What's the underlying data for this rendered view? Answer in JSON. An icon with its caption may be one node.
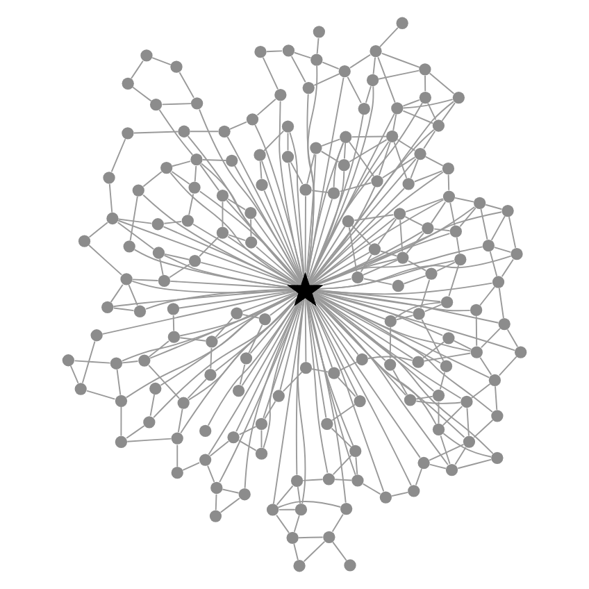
{
  "diagram": {
    "nodes": [
      {
        "text": [],
        "shape": "circle"
      },
      {
        "text": [],
        "shape": "circle"
      },
      {
        "text": [],
        "shape": "circle"
      },
      {
        "text": [],
        "shape": "circle"
      },
      {
        "text": [],
        "shape": "circle"
      },
      {
        "text": [],
        "shape": "circle"
      },
      {
        "text": [],
        "shape": "circle"
      },
      {
        "text": [],
        "shape": "circle"
      },
      {
        "text": [],
        "shape": "circle"
      },
      {
        "text": [],
        "shape": "circle"
      },
      {
        "text": [],
        "shape": "circle"
      },
      {
        "text": [],
        "shape": "circle"
      },
      {
        "text": [],
        "shape": "circle"
      },
      {
        "text": [],
        "shape": "circle"
      },
      {
        "text": [],
        "shape": "circle"
      },
      {
        "text": [],
        "shape": "circle"
      },
      {
        "text": [],
        "shape": "circle"
      },
      {
        "text": [],
        "shape": "circle"
      },
      {
        "text": [],
        "shape": "circle"
      },
      {
        "text": [],
        "shape": "circle"
      },
      {
        "text": [],
        "shape": "circle"
      },
      {
        "text": [],
        "shape": "circle"
      },
      {
        "text": [],
        "shape": "circle"
      },
      {
        "text": [],
        "shape": "circle"
      },
      {
        "text": [],
        "shape": "circle"
      },
      {
        "text": [],
        "shape": "circle"
      },
      {
        "text": [],
        "shape": "circle"
      },
      {
        "text": [],
        "shape": "circle"
      },
      {
        "text": [],
        "shape": "circle"
      },
      {
        "text": [],
        "shape": "circle"
      },
      {
        "text": [],
        "shape": "circle"
      },
      {
        "text": [],
        "shape": "circle"
      },
      {
        "text": [],
        "shape": "circle"
      },
      {
        "text": [],
        "shape": "circle"
      },
      {
        "text": [],
        "shape": "circle"
      },
      {
        "text": [],
        "shape": "circle"
      },
      {
        "text": [],
        "shape": "circle"
      },
      {
        "text": [],
        "shape": "circle"
      },
      {
        "text": [],
        "shape": "circle"
      },
      {
        "text": [],
        "shape": "circle"
      },
      {
        "text": [],
        "shape": "circle"
      },
      {
        "text": [],
        "shape": "circle"
      },
      {
        "text": [],
        "shape": "circle"
      },
      {
        "text": [],
        "shape": "circle"
      },
      {
        "text": [],
        "shape": "circle"
      },
      {
        "text": [],
        "shape": "circle"
      },
      {
        "text": [],
        "shape": "circle"
      },
      {
        "text": [],
        "shape": "circle"
      },
      {
        "text": [],
        "shape": "circle"
      },
      {
        "text": [],
        "shape": "circle"
      },
      {
        "text": [],
        "shape": "circle"
      },
      {
        "text": [],
        "shape": "circle"
      },
      {
        "text": [],
        "shape": "circle"
      },
      {
        "text": [],
        "shape": "circle"
      },
      {
        "text": [],
        "shape": "circle"
      },
      {
        "text": [],
        "shape": "circle"
      },
      {
        "text": [],
        "shape": "circle"
      },
      {
        "text": [],
        "shape": "circle"
      },
      {
        "text": [],
        "shape": "circle"
      },
      {
        "text": [],
        "shape": "circle"
      },
      {
        "text": [],
        "shape": "circle"
      },
      {
        "text": [],
        "shape": "circle"
      },
      {
        "text": [],
        "shape": "circle"
      },
      {
        "text": [],
        "shape": "circle"
      },
      {
        "text": [],
        "shape": "circle"
      },
      {
        "text": [],
        "shape": "circle"
      },
      {
        "text": [],
        "shape": "star"
      },
      {
        "text": [],
        "shape": "circle"
      },
      {
        "text": [],
        "shape": "circle"
      },
      {
        "text": [],
        "shape": "circle"
      },
      {
        "text": [],
        "shape": "circle"
      },
      {
        "text": [],
        "shape": "circle"
      },
      {
        "text": [],
        "shape": "circle"
      },
      {
        "text": [],
        "shape": "circle"
      },
      {
        "text": [],
        "shape": "circle"
      },
      {
        "text": [],
        "shape": "circle"
      },
      {
        "text": [],
        "shape": "circle"
      },
      {
        "text": [],
        "shape": "circle"
      },
      {
        "text": [],
        "shape": "circle"
      },
      {
        "text": [],
        "shape": "circle"
      },
      {
        "text": [],
        "shape": "circle"
      },
      {
        "text": [],
        "shape": "circle"
      },
      {
        "text": [],
        "shape": "circle"
      },
      {
        "text": [],
        "shape": "circle"
      },
      {
        "text": [],
        "shape": "circle"
      },
      {
        "text": [],
        "shape": "circle"
      },
      {
        "text": [],
        "shape": "circle"
      },
      {
        "text": [],
        "shape": "circle"
      },
      {
        "text": [],
        "shape": "circle"
      },
      {
        "text": [],
        "shape": "circle"
      },
      {
        "text": [],
        "shape": "circle"
      },
      {
        "text": [],
        "shape": "circle"
      },
      {
        "text": [],
        "shape": "circle"
      },
      {
        "text": [],
        "shape": "circle"
      },
      {
        "text": [],
        "shape": "circle"
      },
      {
        "text": [],
        "shape": "circle"
      },
      {
        "text": [],
        "shape": "circle"
      },
      {
        "text": [],
        "shape": "circle"
      },
      {
        "text": [],
        "shape": "circle"
      },
      {
        "text": [],
        "shape": "circle"
      },
      {
        "text": [],
        "shape": "circle"
      },
      {
        "text": [],
        "shape": "circle"
      },
      {
        "text": [],
        "shape": "circle"
      },
      {
        "text": [],
        "shape": "circle"
      },
      {
        "text": [],
        "shape": "circle"
      },
      {
        "text": [],
        "shape": "circle"
      },
      {
        "text": [],
        "shape": "circle"
      },
      {
        "text": [],
        "shape": "circle"
      },
      {
        "text": [],
        "shape": "circle"
      },
      {
        "text": [],
        "shape": "circle"
      },
      {
        "text": [],
        "shape": "circle"
      },
      {
        "text": [],
        "shape": "circle"
      },
      {
        "text": [],
        "shape": "circle"
      },
      {
        "text": [],
        "shape": "circle"
      },
      {
        "text": [],
        "shape": "circle"
      },
      {
        "text": [],
        "shape": "circle"
      },
      {
        "text": [],
        "shape": "circle"
      },
      {
        "text": [],
        "shape": "circle"
      },
      {
        "text": [],
        "shape": "circle"
      },
      {
        "text": [],
        "shape": "circle"
      },
      {
        "text": [],
        "shape": "circle"
      },
      {
        "text": [],
        "shape": "circle"
      },
      {
        "text": [],
        "shape": "circle"
      },
      {
        "text": [],
        "shape": "circle"
      },
      {
        "text": [],
        "shape": "circle"
      },
      {
        "text": [],
        "shape": "circle"
      },
      {
        "text": [],
        "shape": "circle"
      },
      {
        "text": [],
        "shape": "circle"
      },
      {
        "text": [],
        "shape": "circle"
      },
      {
        "text": [],
        "shape": "circle"
      },
      {
        "text": [],
        "shape": "circle"
      },
      {
        "text": [],
        "shape": "circle"
      },
      {
        "text": [],
        "shape": "circle"
      },
      {
        "text": [],
        "shape": "circle"
      },
      {
        "text": [],
        "shape": "circle"
      },
      {
        "text": [],
        "shape": "circle"
      },
      {
        "text": [],
        "shape": "circle"
      },
      {
        "text": [],
        "shape": "circle"
      },
      {
        "text": [],
        "shape": "circle"
      },
      {
        "text": [],
        "shape": "circle"
      },
      {
        "text": [],
        "shape": "circle"
      },
      {
        "text": [],
        "shape": "circle"
      },
      {
        "text": [],
        "shape": "circle"
      },
      {
        "text": [],
        "shape": "circle"
      },
      {
        "text": [],
        "shape": "circle"
      }
    ],
    "edges": [
      {
        "from": 3,
        "to": 4,
        "arrow": "none"
      },
      {
        "from": 3,
        "to": 0,
        "arrow": "none"
      },
      {
        "from": 4,
        "to": 0,
        "arrow": "none"
      },
      {
        "from": 8,
        "to": 3,
        "arrow": "none"
      },
      {
        "from": 8,
        "to": 4,
        "arrow": "none"
      },
      {
        "from": 8,
        "to": 11,
        "arrow": "none"
      },
      {
        "from": 4,
        "to": 11,
        "arrow": "none"
      },
      {
        "from": 0,
        "to": 11,
        "arrow": "none"
      },
      {
        "from": 0,
        "to": 10,
        "arrow": "none"
      },
      {
        "from": 0,
        "to": 2,
        "arrow": "none"
      },
      {
        "from": 2,
        "to": 1,
        "arrow": "none"
      },
      {
        "from": 2,
        "to": 10,
        "arrow": "none"
      },
      {
        "from": 2,
        "to": 13,
        "arrow": "none"
      },
      {
        "from": 2,
        "to": 14,
        "arrow": "none"
      },
      {
        "from": 10,
        "to": 13,
        "arrow": "none"
      },
      {
        "from": 11,
        "to": 10,
        "arrow": "none"
      },
      {
        "from": 11,
        "to": 24,
        "arrow": "none"
      },
      {
        "from": 8,
        "to": 32,
        "arrow": "none"
      },
      {
        "from": 32,
        "to": 24,
        "arrow": "none"
      },
      {
        "from": 13,
        "to": 14,
        "arrow": "none"
      },
      {
        "from": 14,
        "to": 28,
        "arrow": "none"
      },
      {
        "from": 14,
        "to": 23,
        "arrow": "none"
      },
      {
        "from": 23,
        "to": 37,
        "arrow": "none"
      },
      {
        "from": 28,
        "to": 37,
        "arrow": "none"
      },
      {
        "from": 28,
        "to": 39,
        "arrow": "none"
      },
      {
        "from": 28,
        "to": 23,
        "arrow": "none"
      },
      {
        "from": 25,
        "to": 13,
        "arrow": "none"
      },
      {
        "from": 24,
        "to": 25,
        "arrow": "none"
      },
      {
        "from": 24,
        "to": 30,
        "arrow": "none"
      },
      {
        "from": 25,
        "to": 33,
        "arrow": "none"
      },
      {
        "from": 30,
        "to": 33,
        "arrow": "none"
      },
      {
        "from": 33,
        "to": 35,
        "arrow": "none"
      },
      {
        "from": 30,
        "to": 35,
        "arrow": "none"
      },
      {
        "from": 35,
        "to": 45,
        "arrow": "none"
      },
      {
        "from": 30,
        "to": 44,
        "arrow": "none"
      },
      {
        "from": 39,
        "to": 37,
        "arrow": "none"
      },
      {
        "from": 39,
        "to": 51,
        "arrow": "none"
      },
      {
        "from": 1,
        "to": 5,
        "arrow": "none"
      },
      {
        "from": 1,
        "to": 6,
        "arrow": "none"
      },
      {
        "from": 5,
        "to": 6,
        "arrow": "none"
      },
      {
        "from": 5,
        "to": 18,
        "arrow": "none"
      },
      {
        "from": 6,
        "to": 7,
        "arrow": "none"
      },
      {
        "from": 6,
        "to": 18,
        "arrow": "none"
      },
      {
        "from": 6,
        "to": 31,
        "arrow": "none"
      },
      {
        "from": 7,
        "to": 16,
        "arrow": "none"
      },
      {
        "from": 7,
        "to": 17,
        "arrow": "none"
      },
      {
        "from": 7,
        "to": 22,
        "arrow": "none"
      },
      {
        "from": 18,
        "to": 16,
        "arrow": "none"
      },
      {
        "from": 18,
        "to": 21,
        "arrow": "none"
      },
      {
        "from": 18,
        "to": 26,
        "arrow": "none"
      },
      {
        "from": 18,
        "to": 31,
        "arrow": "none"
      },
      {
        "from": 16,
        "to": 17,
        "arrow": "none"
      },
      {
        "from": 16,
        "to": 22,
        "arrow": "none"
      },
      {
        "from": 17,
        "to": 20,
        "arrow": "none"
      },
      {
        "from": 20,
        "to": 22,
        "arrow": "none"
      },
      {
        "from": 20,
        "to": 27,
        "arrow": "none"
      },
      {
        "from": 16,
        "to": 27,
        "arrow": "none"
      },
      {
        "from": 27,
        "to": 19,
        "arrow": "none"
      },
      {
        "from": 27,
        "to": 38,
        "arrow": "none"
      },
      {
        "from": 20,
        "to": 34,
        "arrow": "none"
      },
      {
        "from": 34,
        "to": 27,
        "arrow": "none"
      },
      {
        "from": 21,
        "to": 26,
        "arrow": "none"
      },
      {
        "from": 21,
        "to": 36,
        "arrow": "none"
      },
      {
        "from": 26,
        "to": 36,
        "arrow": "none"
      },
      {
        "from": 26,
        "to": 40,
        "arrow": "none"
      },
      {
        "from": 26,
        "to": 31,
        "arrow": "none"
      },
      {
        "from": 31,
        "to": 40,
        "arrow": "none"
      },
      {
        "from": 36,
        "to": 41,
        "arrow": "none"
      },
      {
        "from": 40,
        "to": 41,
        "arrow": "none"
      },
      {
        "from": 43,
        "to": 38,
        "arrow": "none"
      },
      {
        "from": 38,
        "to": 42,
        "arrow": "none"
      },
      {
        "from": 9,
        "to": 12,
        "arrow": "none"
      },
      {
        "from": 9,
        "to": 38,
        "arrow": "none"
      },
      {
        "from": 12,
        "to": 15,
        "arrow": "none"
      },
      {
        "from": 15,
        "to": 48,
        "arrow": "none"
      },
      {
        "from": 12,
        "to": 42,
        "arrow": "none"
      },
      {
        "from": 29,
        "to": 42,
        "arrow": "none"
      },
      {
        "from": 34,
        "to": 43,
        "arrow": "none"
      },
      {
        "from": 46,
        "to": 49,
        "arrow": "none"
      },
      {
        "from": 44,
        "to": 46,
        "arrow": "none"
      },
      {
        "from": 45,
        "to": 49,
        "arrow": "none"
      },
      {
        "from": 52,
        "to": 53,
        "arrow": "none"
      },
      {
        "from": 52,
        "to": 57,
        "arrow": "none"
      },
      {
        "from": 53,
        "to": 56,
        "arrow": "none"
      },
      {
        "from": 53,
        "to": 57,
        "arrow": "none"
      },
      {
        "from": 46,
        "to": 53,
        "arrow": "none"
      },
      {
        "from": 49,
        "to": 56,
        "arrow": "none"
      },
      {
        "from": 56,
        "to": 62,
        "arrow": "none"
      },
      {
        "from": 57,
        "to": 62,
        "arrow": "none"
      },
      {
        "from": 57,
        "to": 64,
        "arrow": "none"
      },
      {
        "from": 62,
        "to": 64,
        "arrow": "none"
      },
      {
        "from": 62,
        "to": 65,
        "arrow": "none"
      },
      {
        "from": 56,
        "to": 63,
        "arrow": "none"
      },
      {
        "from": 63,
        "to": 54,
        "arrow": "none"
      },
      {
        "from": 54,
        "to": 51,
        "arrow": "none"
      },
      {
        "from": 63,
        "to": 67,
        "arrow": "none"
      },
      {
        "from": 65,
        "to": 63,
        "arrow": "none"
      },
      {
        "from": 51,
        "to": 67,
        "arrow": "none"
      },
      {
        "from": 55,
        "to": 67,
        "arrow": "none"
      },
      {
        "from": 67,
        "to": 71,
        "arrow": "none"
      },
      {
        "from": 67,
        "to": 72,
        "arrow": "none"
      },
      {
        "from": 64,
        "to": 68,
        "arrow": "none"
      },
      {
        "from": 68,
        "to": 76,
        "arrow": "none"
      },
      {
        "from": 76,
        "to": 77,
        "arrow": "none"
      },
      {
        "from": 77,
        "to": 78,
        "arrow": "none"
      },
      {
        "from": 78,
        "to": 86,
        "arrow": "none"
      },
      {
        "from": 77,
        "to": 86,
        "arrow": "none"
      },
      {
        "from": 78,
        "to": 80,
        "arrow": "none"
      },
      {
        "from": 80,
        "to": 81,
        "arrow": "none"
      },
      {
        "from": 81,
        "to": 88,
        "arrow": "none"
      },
      {
        "from": 71,
        "to": 82,
        "arrow": "none"
      },
      {
        "from": 75,
        "to": 83,
        "arrow": "none"
      },
      {
        "from": 82,
        "to": 88,
        "arrow": "none"
      },
      {
        "from": 86,
        "to": 91,
        "arrow": "none"
      },
      {
        "from": 39,
        "to": 55,
        "arrow": "none"
      },
      {
        "from": 72,
        "to": 71,
        "arrow": "none"
      },
      {
        "from": 47,
        "to": 50,
        "arrow": "none"
      },
      {
        "from": 50,
        "to": 61,
        "arrow": "none"
      },
      {
        "from": 60,
        "to": 61,
        "arrow": "none"
      },
      {
        "from": 48,
        "to": 58,
        "arrow": "none"
      },
      {
        "from": 58,
        "to": 59,
        "arrow": "none"
      },
      {
        "from": 59,
        "to": 70,
        "arrow": "none"
      },
      {
        "from": 70,
        "to": 85,
        "arrow": "none"
      },
      {
        "from": 85,
        "to": 87,
        "arrow": "none"
      },
      {
        "from": 74,
        "to": 84,
        "arrow": "none"
      },
      {
        "from": 73,
        "to": 79,
        "arrow": "none"
      },
      {
        "from": 41,
        "to": 47,
        "arrow": "none"
      },
      {
        "from": 73,
        "to": 75,
        "arrow": "none"
      },
      {
        "from": 91,
        "to": 100,
        "arrow": "none"
      },
      {
        "from": 91,
        "to": 110,
        "arrow": "none"
      },
      {
        "from": 100,
        "to": 112,
        "arrow": "none"
      },
      {
        "from": 100,
        "to": 110,
        "arrow": "none"
      },
      {
        "from": 110,
        "to": 112,
        "arrow": "none"
      },
      {
        "from": 112,
        "to": 128,
        "arrow": "none"
      },
      {
        "from": 112,
        "to": 134,
        "arrow": "none"
      },
      {
        "from": 110,
        "to": 123,
        "arrow": "none"
      },
      {
        "from": 123,
        "to": 134,
        "arrow": "none"
      },
      {
        "from": 128,
        "to": 134,
        "arrow": "none"
      },
      {
        "from": 134,
        "to": 137,
        "arrow": "none"
      },
      {
        "from": 95,
        "to": 101,
        "arrow": "none"
      },
      {
        "from": 95,
        "to": 102,
        "arrow": "none"
      },
      {
        "from": 101,
        "to": 102,
        "arrow": "none"
      },
      {
        "from": 97,
        "to": 102,
        "arrow": "none"
      },
      {
        "from": 89,
        "to": 97,
        "arrow": "none"
      },
      {
        "from": 94,
        "to": 108,
        "arrow": "none"
      },
      {
        "from": 89,
        "to": 88,
        "arrow": "none"
      },
      {
        "from": 90,
        "to": 99,
        "arrow": "none"
      },
      {
        "from": 99,
        "to": 109,
        "arrow": "none"
      },
      {
        "from": 108,
        "to": 109,
        "arrow": "none"
      },
      {
        "from": 109,
        "to": 111,
        "arrow": "none"
      },
      {
        "from": 111,
        "to": 113,
        "arrow": "none"
      },
      {
        "from": 111,
        "to": 119,
        "arrow": "none"
      },
      {
        "from": 119,
        "to": 122,
        "arrow": "none"
      },
      {
        "from": 119,
        "to": 129,
        "arrow": "none"
      },
      {
        "from": 108,
        "to": 120,
        "arrow": "none"
      },
      {
        "from": 120,
        "to": 129,
        "arrow": "none"
      },
      {
        "from": 120,
        "to": 130,
        "arrow": "none"
      },
      {
        "from": 101,
        "to": 121,
        "arrow": "none"
      },
      {
        "from": 121,
        "to": 125,
        "arrow": "none"
      },
      {
        "from": 121,
        "to": 130,
        "arrow": "none"
      },
      {
        "from": 125,
        "to": 132,
        "arrow": "none"
      },
      {
        "from": 125,
        "to": 136,
        "arrow": "none"
      },
      {
        "from": 132,
        "to": 136,
        "arrow": "none"
      },
      {
        "from": 129,
        "to": 140,
        "arrow": "none"
      },
      {
        "from": 140,
        "to": 142,
        "arrow": "none"
      },
      {
        "from": 93,
        "to": 99,
        "arrow": "none"
      },
      {
        "from": 90,
        "to": 94,
        "arrow": "none"
      },
      {
        "from": 83,
        "to": 90,
        "arrow": "none"
      },
      {
        "from": 92,
        "to": 103,
        "arrow": "none"
      },
      {
        "from": 103,
        "to": 107,
        "arrow": "none"
      },
      {
        "from": 103,
        "to": 115,
        "arrow": "none"
      },
      {
        "from": 105,
        "to": 114,
        "arrow": "none"
      },
      {
        "from": 114,
        "to": 115,
        "arrow": "none"
      },
      {
        "from": 122,
        "to": 141,
        "arrow": "none"
      },
      {
        "from": 96,
        "to": 107,
        "arrow": "none"
      },
      {
        "from": 96,
        "to": 106,
        "arrow": "none"
      },
      {
        "from": 107,
        "to": 106,
        "arrow": "none"
      },
      {
        "from": 107,
        "to": 116,
        "arrow": "none"
      },
      {
        "from": 106,
        "to": 98,
        "arrow": "none"
      },
      {
        "from": 98,
        "to": 104,
        "arrow": "none"
      },
      {
        "from": 104,
        "to": 117,
        "arrow": "none"
      },
      {
        "from": 118,
        "to": 117,
        "arrow": "none"
      },
      {
        "from": 118,
        "to": 124,
        "arrow": "none"
      },
      {
        "from": 117,
        "to": 135,
        "arrow": "none"
      },
      {
        "from": 135,
        "to": 138,
        "arrow": "none"
      },
      {
        "from": 138,
        "to": 143,
        "arrow": "none"
      },
      {
        "from": 143,
        "to": 144,
        "arrow": "none"
      },
      {
        "from": 138,
        "to": 144,
        "arrow": "none"
      },
      {
        "from": 131,
        "to": 139,
        "arrow": "none"
      },
      {
        "from": 131,
        "to": 127,
        "arrow": "none"
      },
      {
        "from": 139,
        "to": 133,
        "arrow": "none"
      },
      {
        "from": 133,
        "to": 127,
        "arrow": "none"
      },
      {
        "from": 127,
        "to": 126,
        "arrow": "none"
      },
      {
        "from": 126,
        "to": 124,
        "arrow": "none"
      },
      {
        "from": 107,
        "to": 131,
        "arrow": "none"
      },
      {
        "from": 124,
        "to": 138,
        "arrow": "none"
      },
      {
        "from": 118,
        "to": 126,
        "arrow": "none"
      },
      {
        "from": 113,
        "to": 122,
        "arrow": "none"
      },
      {
        "from": 92,
        "to": 105,
        "arrow": "none"
      },
      {
        "from": 84,
        "to": 96,
        "arrow": "none"
      },
      {
        "from": 87,
        "to": 117,
        "arrow": "none"
      },
      {
        "from": 66,
        "to": 0,
        "arrow": "none"
      },
      {
        "from": 66,
        "to": 1,
        "arrow": "none"
      },
      {
        "from": 66,
        "to": 2,
        "arrow": "none"
      },
      {
        "from": 66,
        "to": 3,
        "arrow": "none"
      },
      {
        "from": 66,
        "to": 4,
        "arrow": "none"
      },
      {
        "from": 66,
        "to": 8,
        "arrow": "none"
      },
      {
        "from": 66,
        "to": 10,
        "arrow": "none"
      },
      {
        "from": 66,
        "to": 11,
        "arrow": "none"
      },
      {
        "from": 66,
        "to": 13,
        "arrow": "none"
      },
      {
        "from": 66,
        "to": 14,
        "arrow": "none"
      },
      {
        "from": 66,
        "to": 23,
        "arrow": "none"
      },
      {
        "from": 66,
        "to": 25,
        "arrow": "none"
      },
      {
        "from": 66,
        "to": 28,
        "arrow": "none"
      },
      {
        "from": 66,
        "to": 30,
        "arrow": "none"
      },
      {
        "from": 66,
        "to": 33,
        "arrow": "none"
      },
      {
        "from": 66,
        "to": 35,
        "arrow": "none"
      },
      {
        "from": 66,
        "to": 37,
        "arrow": "none"
      },
      {
        "from": 66,
        "to": 39,
        "arrow": "none"
      },
      {
        "from": 66,
        "to": 44,
        "arrow": "none"
      },
      {
        "from": 66,
        "to": 45,
        "arrow": "none"
      },
      {
        "from": 66,
        "to": 46,
        "arrow": "none"
      },
      {
        "from": 66,
        "to": 49,
        "arrow": "none"
      },
      {
        "from": 66,
        "to": 51,
        "arrow": "none"
      },
      {
        "from": 66,
        "to": 52,
        "arrow": "none"
      },
      {
        "from": 66,
        "to": 53,
        "arrow": "none"
      },
      {
        "from": 66,
        "to": 54,
        "arrow": "none"
      },
      {
        "from": 66,
        "to": 55,
        "arrow": "none"
      },
      {
        "from": 66,
        "to": 56,
        "arrow": "none"
      },
      {
        "from": 66,
        "to": 57,
        "arrow": "none"
      },
      {
        "from": 66,
        "to": 62,
        "arrow": "none"
      },
      {
        "from": 66,
        "to": 63,
        "arrow": "none"
      },
      {
        "from": 66,
        "to": 64,
        "arrow": "none"
      },
      {
        "from": 66,
        "to": 65,
        "arrow": "none"
      },
      {
        "from": 66,
        "to": 67,
        "arrow": "none"
      },
      {
        "from": 66,
        "to": 68,
        "arrow": "none"
      },
      {
        "from": 66,
        "to": 71,
        "arrow": "none"
      },
      {
        "from": 66,
        "to": 72,
        "arrow": "none"
      },
      {
        "from": 66,
        "to": 75,
        "arrow": "none"
      },
      {
        "from": 66,
        "to": 76,
        "arrow": "none"
      },
      {
        "from": 66,
        "to": 77,
        "arrow": "none"
      },
      {
        "from": 66,
        "to": 78,
        "arrow": "none"
      },
      {
        "from": 66,
        "to": 80,
        "arrow": "none"
      },
      {
        "from": 66,
        "to": 81,
        "arrow": "none"
      },
      {
        "from": 66,
        "to": 82,
        "arrow": "none"
      },
      {
        "from": 66,
        "to": 86,
        "arrow": "none"
      },
      {
        "from": 66,
        "to": 88,
        "arrow": "none"
      },
      {
        "from": 66,
        "to": 89,
        "arrow": "none"
      },
      {
        "from": 66,
        "to": 91,
        "arrow": "none"
      },
      {
        "from": 66,
        "to": 94,
        "arrow": "none"
      },
      {
        "from": 66,
        "to": 95,
        "arrow": "none"
      },
      {
        "from": 66,
        "to": 97,
        "arrow": "none"
      },
      {
        "from": 66,
        "to": 100,
        "arrow": "none"
      },
      {
        "from": 66,
        "to": 101,
        "arrow": "none"
      },
      {
        "from": 66,
        "to": 102,
        "arrow": "none"
      },
      {
        "from": 66,
        "to": 108,
        "arrow": "none"
      },
      {
        "from": 66,
        "to": 110,
        "arrow": "none"
      },
      {
        "from": 66,
        "to": 120,
        "arrow": "none"
      },
      {
        "from": 66,
        "to": 121,
        "arrow": "none"
      },
      {
        "from": 66,
        "to": 123,
        "arrow": "none"
      },
      {
        "from": 66,
        "to": 125,
        "arrow": "none"
      },
      {
        "from": 66,
        "to": 132,
        "arrow": "none"
      },
      {
        "from": 66,
        "to": 60,
        "arrow": "none"
      },
      {
        "from": 66,
        "to": 73,
        "arrow": "none"
      },
      {
        "from": 66,
        "to": 79,
        "arrow": "none"
      },
      {
        "from": 66,
        "to": 83,
        "arrow": "none"
      },
      {
        "from": 66,
        "to": 90,
        "arrow": "none"
      },
      {
        "from": 66,
        "to": 93,
        "arrow": "none"
      },
      {
        "from": 66,
        "to": 99,
        "arrow": "none"
      },
      {
        "from": 66,
        "to": 109,
        "arrow": "none"
      },
      {
        "from": 66,
        "to": 111,
        "arrow": "none"
      },
      {
        "from": 66,
        "to": 119,
        "arrow": "none"
      },
      {
        "from": 66,
        "to": 5,
        "arrow": "none"
      },
      {
        "from": 66,
        "to": 18,
        "arrow": "none"
      },
      {
        "from": 66,
        "to": 21,
        "arrow": "none"
      },
      {
        "from": 66,
        "to": 26,
        "arrow": "none"
      },
      {
        "from": 66,
        "to": 36,
        "arrow": "none"
      },
      {
        "from": 66,
        "to": 40,
        "arrow": "none"
      },
      {
        "from": 66,
        "to": 41,
        "arrow": "none"
      },
      {
        "from": 66,
        "to": 47,
        "arrow": "none"
      },
      {
        "from": 66,
        "to": 50,
        "arrow": "none"
      },
      {
        "from": 66,
        "to": 61,
        "arrow": "none"
      },
      {
        "from": 66,
        "to": 16,
        "arrow": "none"
      },
      {
        "from": 66,
        "to": 17,
        "arrow": "none"
      },
      {
        "from": 66,
        "to": 22,
        "arrow": "none"
      },
      {
        "from": 66,
        "to": 31,
        "arrow": "none"
      },
      {
        "from": 66,
        "to": 34,
        "arrow": "none"
      },
      {
        "from": 66,
        "to": 43,
        "arrow": "none"
      },
      {
        "from": 66,
        "to": 7,
        "arrow": "none"
      },
      {
        "from": 66,
        "to": 6,
        "arrow": "none"
      },
      {
        "from": 66,
        "to": 38,
        "arrow": "none"
      },
      {
        "from": 66,
        "to": 42,
        "arrow": "none"
      },
      {
        "from": 66,
        "to": 48,
        "arrow": "none"
      },
      {
        "from": 66,
        "to": 58,
        "arrow": "none"
      },
      {
        "from": 66,
        "to": 59,
        "arrow": "none"
      },
      {
        "from": 66,
        "to": 70,
        "arrow": "none"
      },
      {
        "from": 66,
        "to": 74,
        "arrow": "none"
      },
      {
        "from": 66,
        "to": 84,
        "arrow": "none"
      },
      {
        "from": 66,
        "to": 69,
        "arrow": "none"
      },
      {
        "from": 66,
        "to": 9,
        "arrow": "none"
      },
      {
        "from": 66,
        "to": 92,
        "arrow": "none"
      },
      {
        "from": 66,
        "to": 96,
        "arrow": "none"
      },
      {
        "from": 66,
        "to": 98,
        "arrow": "none"
      },
      {
        "from": 66,
        "to": 104,
        "arrow": "none"
      },
      {
        "from": 66,
        "to": 106,
        "arrow": "none"
      },
      {
        "from": 66,
        "to": 107,
        "arrow": "none"
      },
      {
        "from": 66,
        "to": 116,
        "arrow": "none"
      },
      {
        "from": 66,
        "to": 117,
        "arrow": "none"
      },
      {
        "from": 66,
        "to": 118,
        "arrow": "none"
      },
      {
        "from": 66,
        "to": 124,
        "arrow": "none"
      },
      {
        "from": 66,
        "to": 126,
        "arrow": "none"
      },
      {
        "from": 66,
        "to": 127,
        "arrow": "none"
      },
      {
        "from": 66,
        "to": 131,
        "arrow": "none"
      },
      {
        "from": 66,
        "to": 133,
        "arrow": "none"
      },
      {
        "from": 66,
        "to": 138,
        "arrow": "none"
      },
      {
        "from": 66,
        "to": 139,
        "arrow": "none"
      },
      {
        "from": 66,
        "to": 141,
        "arrow": "none"
      },
      {
        "from": 66,
        "to": 143,
        "arrow": "none"
      },
      {
        "from": 66,
        "to": 144,
        "arrow": "none"
      },
      {
        "from": 66,
        "to": 140,
        "arrow": "none"
      },
      {
        "from": 66,
        "to": 142,
        "arrow": "none"
      }
    ]
  }
}
